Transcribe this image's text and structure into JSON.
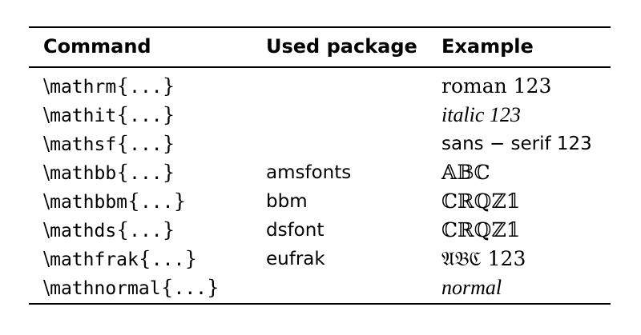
{
  "table": {
    "headers": {
      "command": "Command",
      "package": "Used package",
      "example": "Example"
    },
    "rows": [
      {
        "command": "mathrm",
        "package": "",
        "example": "roman 123",
        "style": "roman"
      },
      {
        "command": "mathit",
        "package": "",
        "example": "italic 123",
        "style": "italic"
      },
      {
        "command": "mathsf",
        "package": "",
        "example": "sans − serif 123",
        "style": "sans"
      },
      {
        "command": "mathbb",
        "package": "amsfonts",
        "example": "𝔸𝔹ℂ",
        "style": "bb"
      },
      {
        "command": "mathbbm",
        "package": "bbm",
        "example": "ℂℝℚℤ𝟙",
        "style": "bb"
      },
      {
        "command": "mathds",
        "package": "dsfont",
        "example": "ℂℝℚℤ𝟙",
        "style": "bb"
      },
      {
        "command": "mathfrak",
        "package": "eufrak",
        "example": "𝔄𝔅ℭ 123",
        "style": "frak"
      },
      {
        "command": "mathnormal",
        "package": "",
        "example": "normal",
        "style": "normal"
      }
    ],
    "command_prefix": "\\",
    "command_open": "{",
    "command_dots": "...",
    "command_close": "}"
  }
}
